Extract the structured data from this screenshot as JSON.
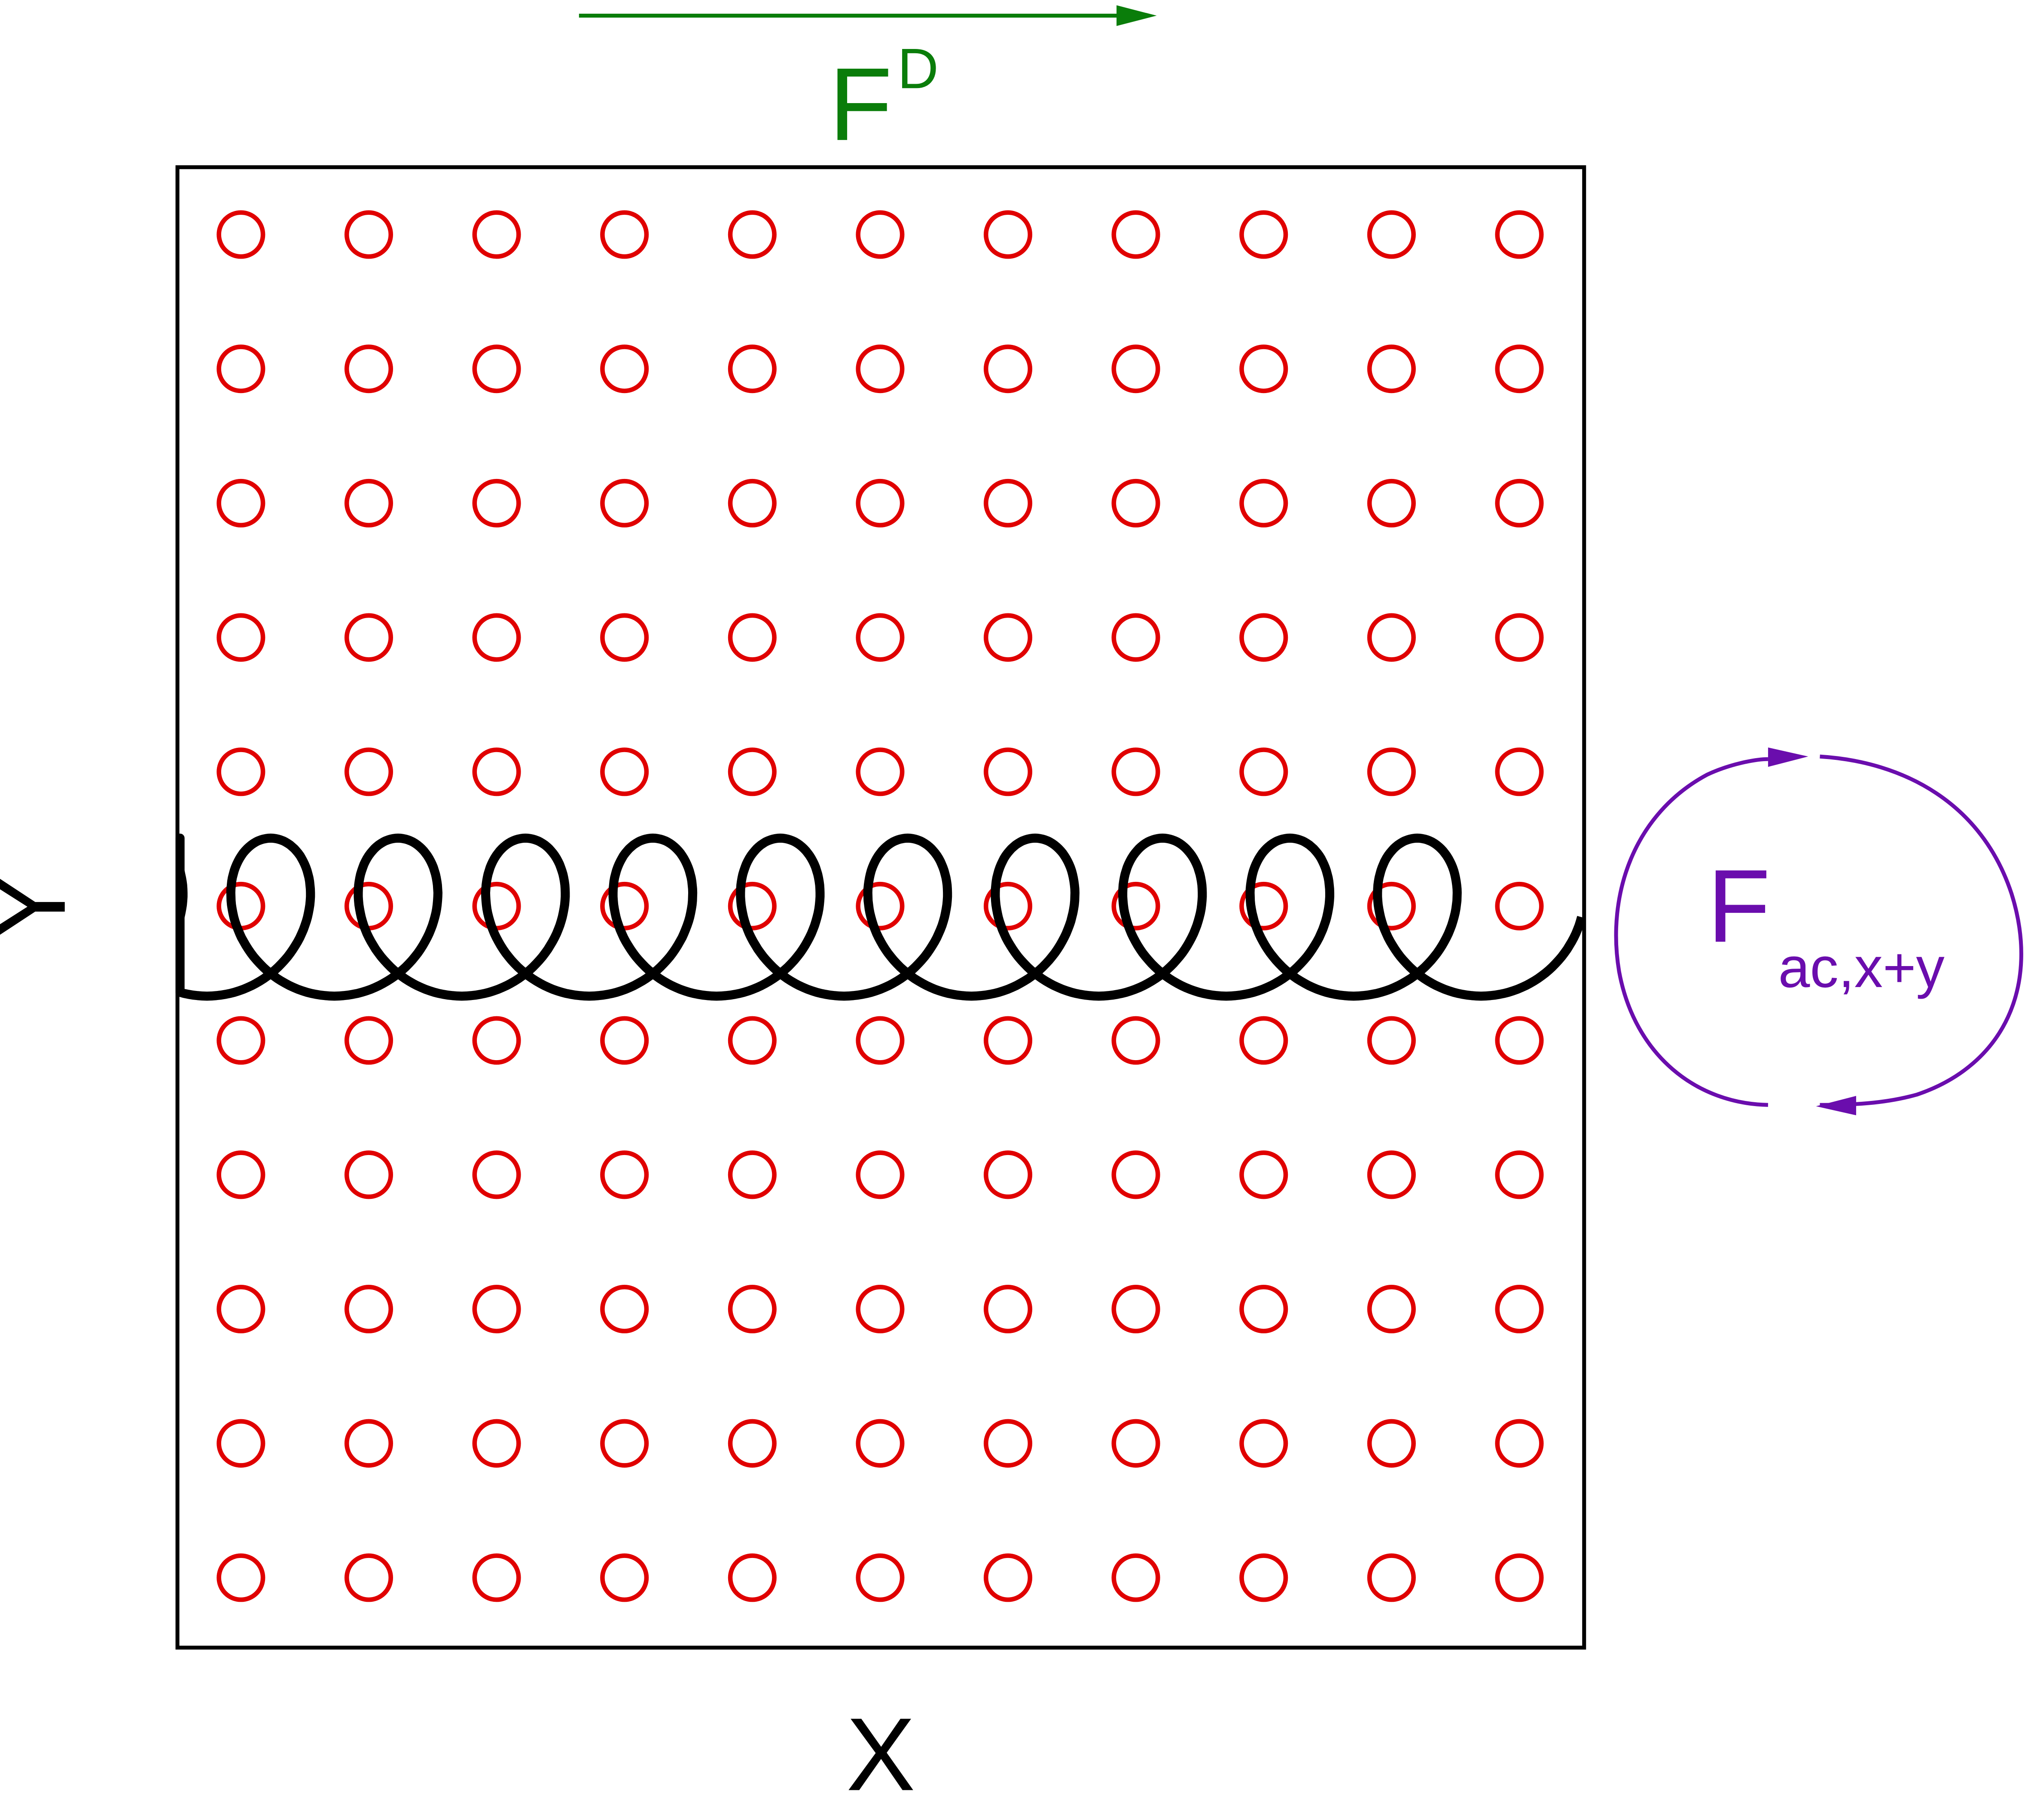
{
  "drive_force": {
    "symbol": "F",
    "superscript": "D",
    "color": "#0a7d0a"
  },
  "ac_force": {
    "symbol": "F",
    "subscript": "ac,x+y",
    "color": "#6a0dad"
  },
  "axes": {
    "x_label": "X",
    "y_label": "Y",
    "frame_color": "#000000"
  },
  "lattice": {
    "rows": 11,
    "cols": 11,
    "pin_color": "#e00000"
  },
  "trajectory": {
    "color": "#000000",
    "loops": 11
  }
}
